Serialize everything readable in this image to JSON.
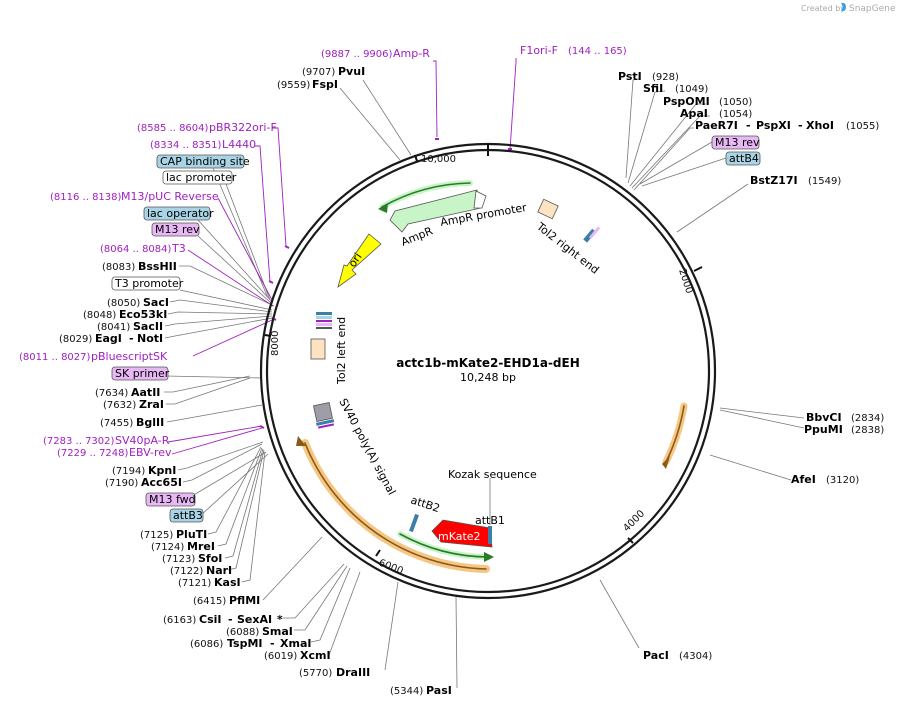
{
  "header": {
    "created_by": "Created by",
    "app": "SnapGene"
  },
  "plasmid": {
    "name": "actc1b-mKate2-EHD1a-dEH",
    "length": "10,248 bp"
  },
  "ticks": {
    "t10000": "10,000",
    "t2000": "2000",
    "t4000": "4000",
    "t6000": "6000",
    "t8000": "8000"
  },
  "primers": {
    "amp_r": {
      "range": "(9887 .. 9906)",
      "name": "Amp-R"
    },
    "f1ori_f": {
      "name": "F1ori-F",
      "range": "(144 .. 165)"
    },
    "pbr322": {
      "range": "(8585 .. 8604)",
      "name": "pBR322ori-F"
    },
    "l4440": {
      "range": "(8334 .. 8351)",
      "name": "L4440"
    },
    "m13puc": {
      "range": "(8116 .. 8138)",
      "name": "M13/pUC Reverse"
    },
    "t3": {
      "range": "(8064 .. 8084)",
      "name": "T3"
    },
    "pbluescript": {
      "range": "(8011 .. 8027)",
      "name": "pBluescriptSK"
    },
    "sv40pa_r": {
      "range": "(7283 .. 7302)",
      "name": "SV40pA-R"
    },
    "ebv_rev": {
      "range": "(7229 .. 7248)",
      "name": "EBV-rev"
    }
  },
  "boxes": {
    "cap": "CAP binding site",
    "lac_promoter": "lac promoter",
    "lac_operator": "lac operator",
    "m13rev_left": "M13 rev",
    "t3_promoter": "T3 promoter",
    "sk_primer": "SK primer",
    "m13fwd": "M13 fwd",
    "attb3": "attB3",
    "m13rev_right": "M13 rev",
    "attb4": "attB4"
  },
  "enzymes": {
    "pvui": {
      "pos": "(9707)",
      "name": "PvuI"
    },
    "fspi": {
      "pos": "(9559)",
      "name": "FspI"
    },
    "psti": {
      "name": "PstI",
      "pos": "(928)"
    },
    "sfii": {
      "name": "SfiI",
      "pos": "(1049)"
    },
    "pspomi": {
      "name": "PspOMI",
      "pos": "(1050)"
    },
    "apai": {
      "name": "ApaI",
      "pos": "(1054)"
    },
    "paer7i": {
      "name": "PaeR7I",
      "sep1": "-",
      "name2": "PspXI",
      "sep2": "-",
      "name3": "XhoI",
      "pos": "(1055)"
    },
    "bstz17i": {
      "name": "BstZ17I",
      "pos": "(1549)"
    },
    "bbvci": {
      "name": "BbvCI",
      "pos": "(2834)"
    },
    "ppumi": {
      "name": "PpuMI",
      "pos": "(2838)"
    },
    "afei": {
      "name": "AfeI",
      "pos": "(3120)"
    },
    "paci": {
      "name": "PacI",
      "pos": "(4304)"
    },
    "pasi": {
      "pos": "(5344)",
      "name": "PasI"
    },
    "draiii": {
      "pos": "(5770)",
      "name": "DraIII"
    },
    "xcmi": {
      "pos": "(6019)",
      "name": "XcmI"
    },
    "tspmi": {
      "pos": "(6086)",
      "name": "TspMI",
      "sep": "-",
      "name2": "XmaI"
    },
    "smai": {
      "pos": "(6088)",
      "name": "SmaI"
    },
    "csii": {
      "pos": "(6163)",
      "name": "CsiI",
      "sep": "-",
      "name2": "SexAI",
      "star": "*"
    },
    "pflmi": {
      "pos": "(6415)",
      "name": "PflMI"
    },
    "kasi": {
      "pos": "(7121)",
      "name": "KasI"
    },
    "nari": {
      "pos": "(7122)",
      "name": "NarI"
    },
    "sfoi": {
      "pos": "(7123)",
      "name": "SfoI"
    },
    "mrei": {
      "pos": "(7124)",
      "name": "MreI"
    },
    "pluti": {
      "pos": "(7125)",
      "name": "PluTI"
    },
    "acc65i": {
      "pos": "(7190)",
      "name": "Acc65I"
    },
    "kpni": {
      "pos": "(7194)",
      "name": "KpnI"
    },
    "bglii": {
      "pos": "(7455)",
      "name": "BglII"
    },
    "zrai": {
      "pos": "(7632)",
      "name": "ZraI"
    },
    "aatii": {
      "pos": "(7634)",
      "name": "AatII"
    },
    "eagi": {
      "pos": "(8029)",
      "name": "EagI",
      "sep": "-",
      "name2": "NotI"
    },
    "sacii": {
      "pos": "(8041)",
      "name": "SacII"
    },
    "eco53ki": {
      "pos": "(8048)",
      "name": "Eco53kI"
    },
    "saci": {
      "pos": "(8050)",
      "name": "SacI"
    },
    "bsshii": {
      "pos": "(8083)",
      "name": "BssHII"
    }
  },
  "features": {
    "ampr": "AmpR",
    "ampr_promoter": "AmpR promoter",
    "ori": "ori",
    "tol2_right": "Tol2 right end",
    "tol2_left": "Tol2 left end",
    "sv40": "SV40 poly(A) signal",
    "kozak": "Kozak sequence",
    "attb1": "attB1",
    "attb2": "attB2",
    "mkate2": "mKate2"
  },
  "colors": {
    "backbone": "#1a1a1a",
    "primer": "#a020c0",
    "ampr_fill": "#c8f5c8",
    "ori_fill": "#ffff00",
    "mkate2_fill": "#ff0000",
    "tol2_fill": "#fde3c2",
    "box_blue": "#a9d4e6",
    "box_violet": "#e8b8f5",
    "orange_glow": "#f6c784"
  },
  "icons": {
    "snapgene_logo": "snapgene-logo-icon"
  }
}
